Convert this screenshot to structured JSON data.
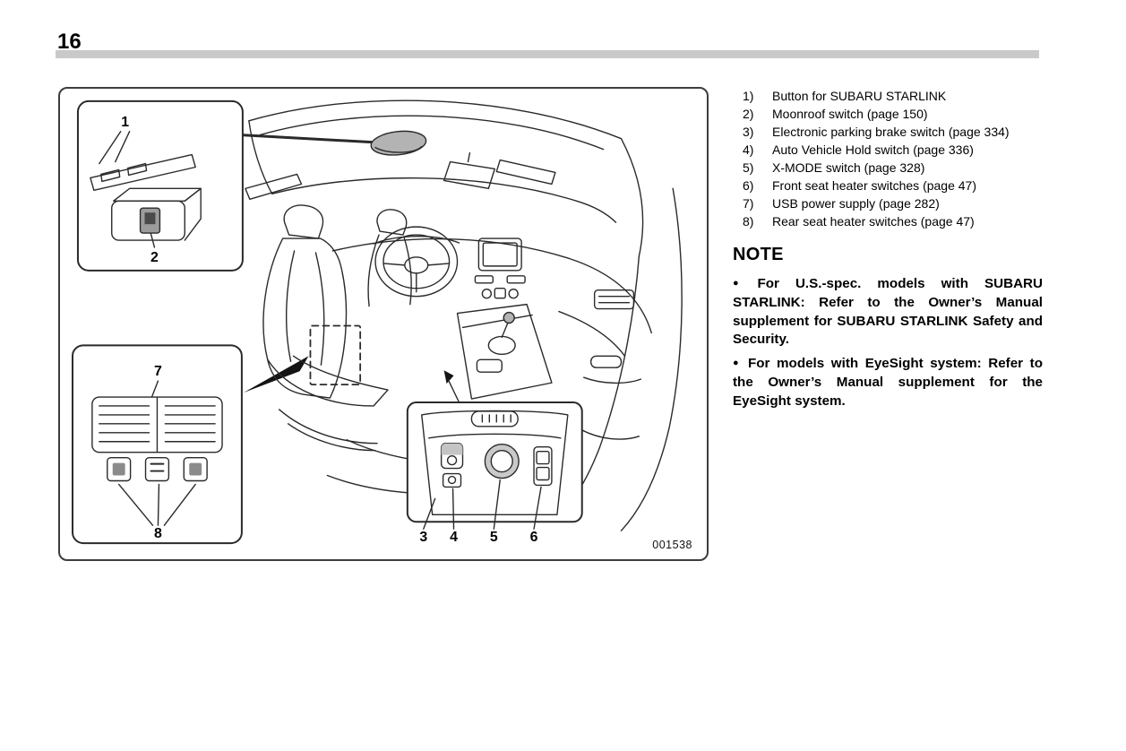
{
  "page": {
    "number": "16"
  },
  "figure": {
    "image_id": "001538",
    "callouts": [
      "1",
      "2",
      "3",
      "4",
      "5",
      "6",
      "7",
      "8"
    ]
  },
  "legend": {
    "items": [
      {
        "num": "1)",
        "label": "Button for SUBARU STARLINK"
      },
      {
        "num": "2)",
        "label": "Moonroof switch (page 150)"
      },
      {
        "num": "3)",
        "label": "Electronic parking brake switch (page 334)"
      },
      {
        "num": "4)",
        "label": "Auto Vehicle Hold switch (page 336)"
      },
      {
        "num": "5)",
        "label": "X-MODE switch (page 328)"
      },
      {
        "num": "6)",
        "label": "Front seat heater switches (page 47)"
      },
      {
        "num": "7)",
        "label": "USB power supply (page 282)"
      },
      {
        "num": "8)",
        "label": "Rear seat heater switches (page 47)"
      }
    ]
  },
  "note": {
    "heading": "NOTE",
    "bullet_glyph": "●",
    "bullets": [
      "For U.S.-spec. models with SUBARU STARLINK: Refer to the Owner’s Manual supplement for SUBARU STARLINK Safety and Security.",
      "For models with EyeSight system: Refer to the Owner’s Manual supplement for the EyeSight system."
    ]
  }
}
